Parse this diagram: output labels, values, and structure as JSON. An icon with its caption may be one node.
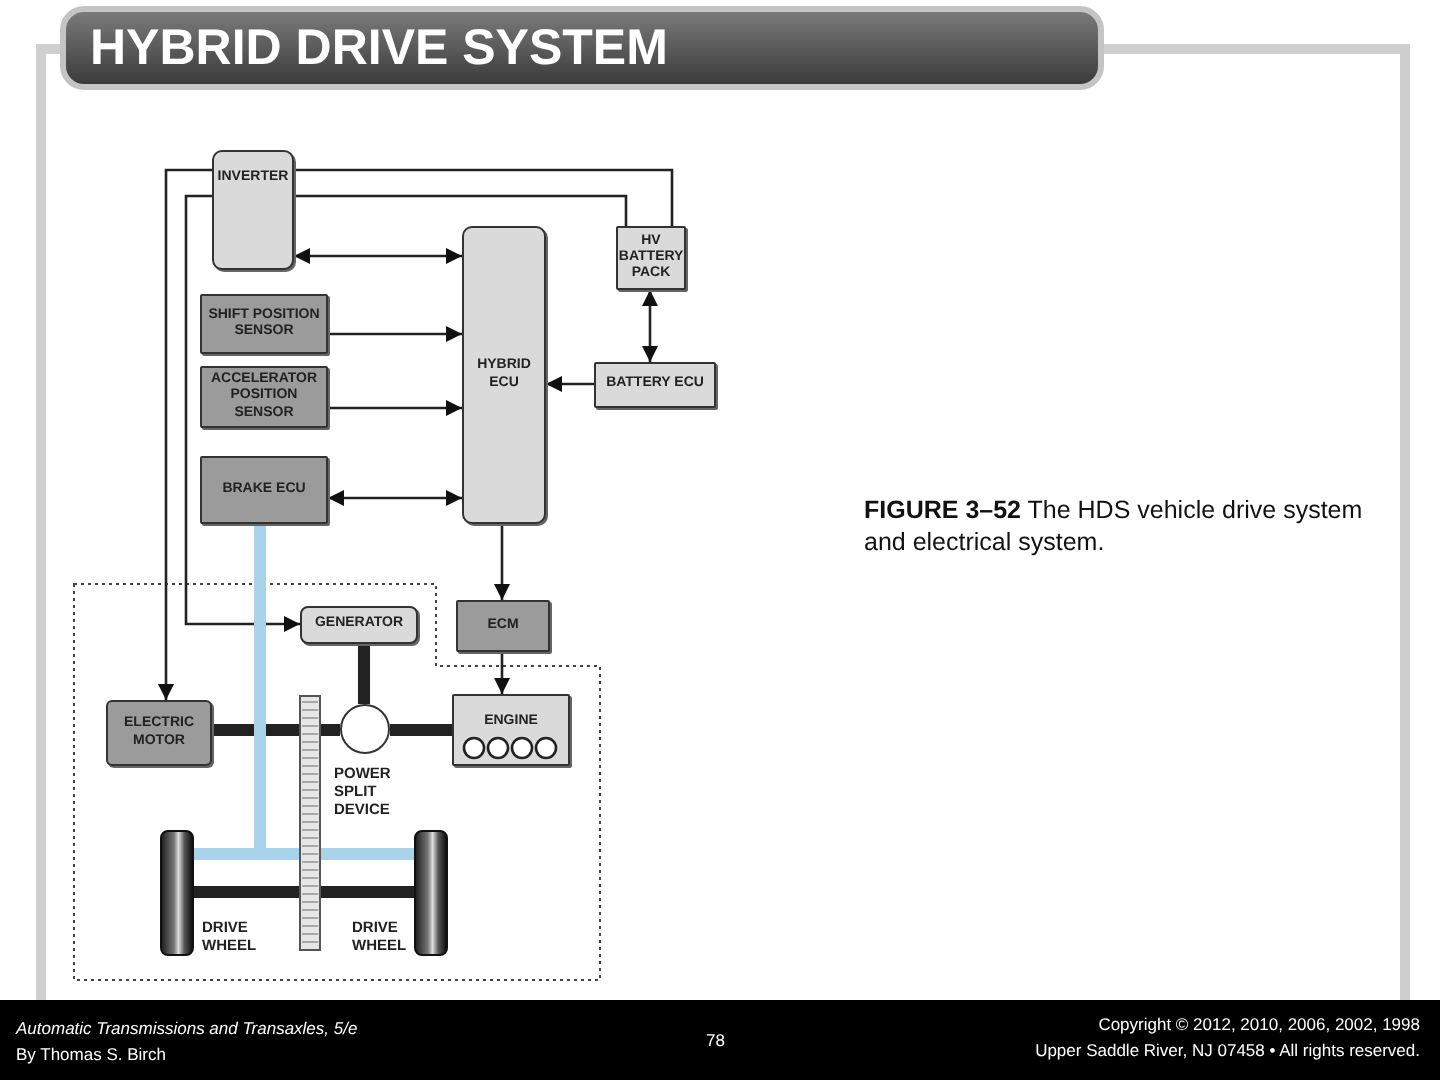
{
  "diagram": {
    "title": "HYBRID DRIVE SYSTEM",
    "caption": "**FIGURE 3–52** The HDS vehicle drive system and electrical system.",
    "nodes": [
      {
        "text": [
          "INVERTER"
        ]
      },
      {
        "text": [
          "HV BATTERY PACK"
        ]
      },
      {
        "text": [
          "SHIFT POSITION SENSOR"
        ]
      },
      {
        "text": [
          "ACCELERATOR POSITION SENSOR"
        ]
      },
      {
        "text": [
          "HYBRID ECU"
        ]
      },
      {
        "text": [
          "BATTERY ECU"
        ]
      },
      {
        "text": [
          "BRAKE ECU"
        ]
      },
      {
        "text": [
          "GENERATOR"
        ]
      },
      {
        "text": [
          "ECM"
        ]
      },
      {
        "text": [
          "ELECTRIC MOTOR"
        ]
      },
      {
        "text": [
          "ENGINE"
        ]
      },
      {
        "text": [],
        "shape": "circle",
        "beside": [
          "POWER SPLIT DEVICE"
        ]
      },
      {
        "text": [],
        "shape": "picture",
        "beside": [
          "DRIVE WHEEL"
        ]
      },
      {
        "text": [],
        "shape": "picture",
        "beside": [
          "DRIVE WHEEL"
        ]
      }
    ],
    "edges": [
      {
        "from": 0,
        "to": 4,
        "arrow": "both"
      },
      {
        "from": 2,
        "to": 4,
        "arrow": "to"
      },
      {
        "from": 3,
        "to": 4,
        "arrow": "to"
      },
      {
        "from": 6,
        "to": 4,
        "arrow": "both"
      },
      {
        "from": 5,
        "to": 4,
        "arrow": "to"
      },
      {
        "from": 1,
        "to": 5,
        "arrow": "both"
      },
      {
        "from": 0,
        "to": 1,
        "arrow": "none"
      },
      {
        "from": 0,
        "to": 1,
        "arrow": "none"
      },
      {
        "from": 0,
        "to": 9,
        "arrow": "to"
      },
      {
        "from": 0,
        "to": 7,
        "arrow": "to"
      },
      {
        "from": 4,
        "to": 8,
        "arrow": "to"
      },
      {
        "from": 8,
        "to": 10,
        "arrow": "to"
      },
      {
        "from": 7,
        "to": 11,
        "arrow": "none",
        "style": "thick"
      },
      {
        "from": 9,
        "to": 11,
        "arrow": "none",
        "style": "thick"
      },
      {
        "from": 11,
        "to": 10,
        "arrow": "none",
        "style": "thick"
      },
      {
        "from": 12,
        "to": 13,
        "arrow": "none",
        "style": "thick"
      },
      {
        "from": 6,
        "to": 12,
        "arrow": "none",
        "style": "thick",
        "color": "#a9d3ea"
      },
      {
        "from": 6,
        "to": 13,
        "arrow": "none",
        "style": "thick",
        "color": "#a9d3ea"
      }
    ],
    "labels": [
      "Automatic Transmissions and Transaxles, 5/e",
      "By Thomas S. Birch",
      "78",
      "Copyright © 2012, 2010, 2006, 2002, 1998",
      "Upper Saddle River, NJ 07458 • All rights reserved."
    ]
  }
}
